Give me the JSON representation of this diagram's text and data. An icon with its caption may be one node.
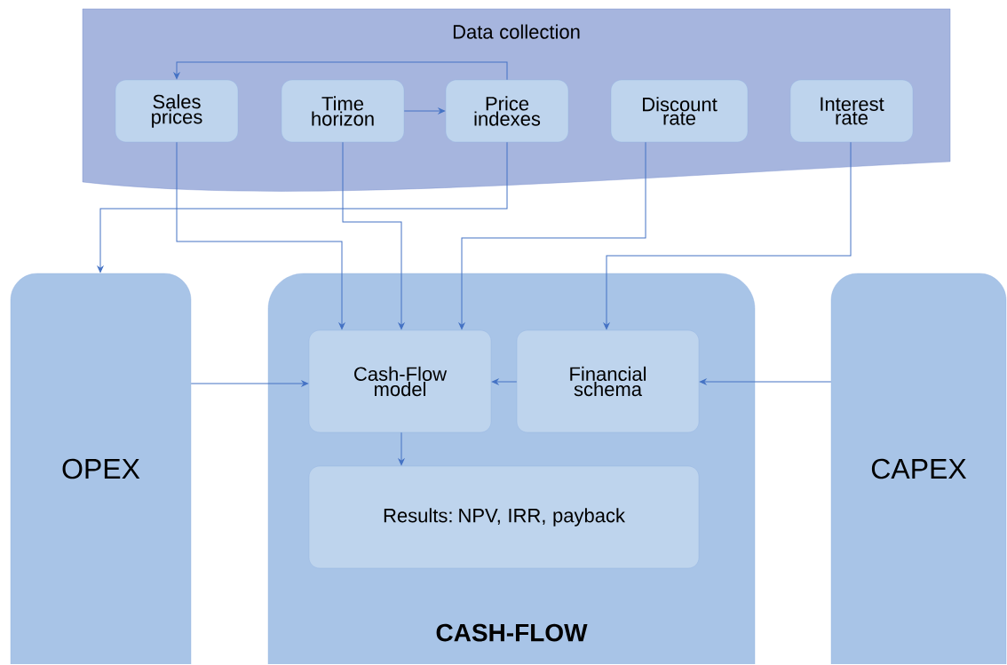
{
  "diagram": {
    "nodes": [
      {
        "text": [
          "Data collection"
        ]
      },
      {
        "text": [
          "Sales prices"
        ],
        "in": 0
      },
      {
        "text": [
          "Time horizon"
        ],
        "in": 0
      },
      {
        "text": [
          "Price indexes"
        ],
        "in": 0
      },
      {
        "text": [
          "Discount rate"
        ],
        "in": 0
      },
      {
        "text": [
          "Interest rate"
        ],
        "in": 0
      },
      {
        "text": [
          "OPEX"
        ]
      },
      {
        "text": [
          "CASH-FLOW"
        ]
      },
      {
        "text": [
          "Cash-Flow model"
        ],
        "in": 7
      },
      {
        "text": [
          "Financial schema"
        ],
        "in": 7
      },
      {
        "text": [
          "Results: NPV, IRR, payback"
        ],
        "in": 7
      },
      {
        "text": [
          "CAPEX"
        ]
      }
    ],
    "edges": [
      {
        "from": 3,
        "to": 1,
        "arrow": "to"
      },
      {
        "from": 2,
        "to": 3,
        "arrow": "to"
      },
      {
        "from": 3,
        "to": 6,
        "arrow": "to"
      },
      {
        "from": 1,
        "to": 8,
        "arrow": "to"
      },
      {
        "from": 2,
        "to": 8,
        "arrow": "to"
      },
      {
        "from": 4,
        "to": 8,
        "arrow": "to"
      },
      {
        "from": 5,
        "to": 9,
        "arrow": "to"
      },
      {
        "from": 6,
        "to": 8,
        "arrow": "to"
      },
      {
        "from": 9,
        "to": 8,
        "arrow": "to"
      },
      {
        "from": 11,
        "to": 9,
        "arrow": "to"
      },
      {
        "from": 8,
        "to": 10,
        "arrow": "to"
      }
    ]
  }
}
